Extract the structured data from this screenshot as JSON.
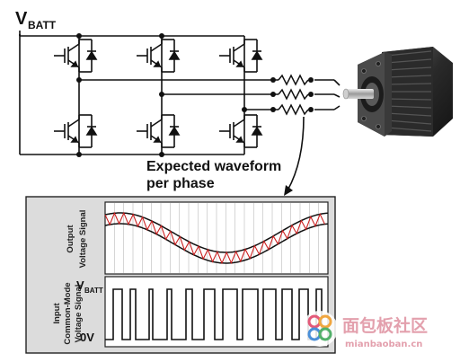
{
  "labels": {
    "vbatt_main_v": "V",
    "vbatt_main_sub": "BATT",
    "caption_line1": "Expected waveform",
    "caption_line2": "per phase",
    "output_label_line1": "Output",
    "output_label_line2": "Voltage Signal",
    "input_label_line1": "Input",
    "input_label_line2": "Common-Mode",
    "input_label_line3": "Voltage Signal",
    "vbatt_level_v": "V",
    "vbatt_level_sub": "BATT",
    "zero_level": "0V"
  },
  "watermark": {
    "cn": "面包板社区",
    "url": "mianbaoban.cn"
  },
  "colors": {
    "panel_bg": "#dcdcdc",
    "sine": "#111111",
    "pwm_approx": "#cc2222",
    "grid_line": "#bbbbbb",
    "watermark_text": "#e3a0ad"
  },
  "icons": {
    "motor": "stepper-motor-image",
    "switch": "igbt-transistor-symbol",
    "resistor": "resistor-symbol",
    "watermark_logo": "mianbaoban-logo"
  }
}
